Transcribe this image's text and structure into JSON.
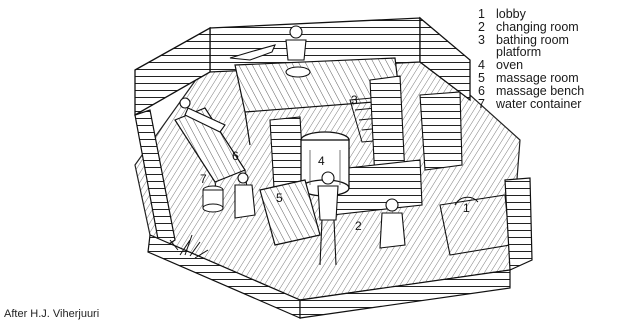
{
  "legend": [
    {
      "num": "1",
      "label": "lobby"
    },
    {
      "num": "2",
      "label": "changing room"
    },
    {
      "num": "3",
      "label": "bathing room"
    },
    {
      "num": "",
      "label": "platform"
    },
    {
      "num": "4",
      "label": "oven"
    },
    {
      "num": "5",
      "label": "massage room"
    },
    {
      "num": "6",
      "label": "massage bench"
    },
    {
      "num": "7",
      "label": "water container"
    }
  ],
  "callouts": [
    "1",
    "2",
    "3",
    "4",
    "5",
    "6",
    "7"
  ],
  "credit": "After H.J. Viherjuuri"
}
